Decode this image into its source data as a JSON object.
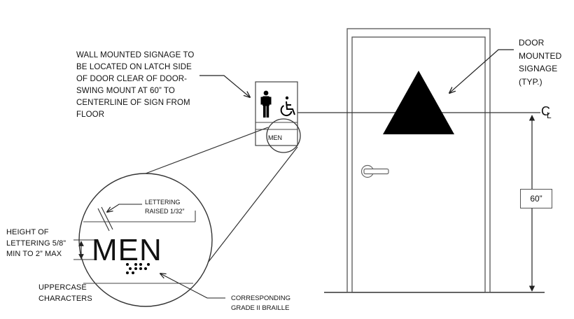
{
  "callouts": {
    "wall_sign_note": [
      "WALL MOUNTED SIGNAGE TO",
      "BE LOCATED ON LATCH SIDE",
      "OF DOOR CLEAR OF DOOR-",
      "SWING MOUNT AT 60” TO",
      "CENTERLINE OF SIGN FROM",
      "FLOOR"
    ],
    "door_sign_note": [
      "DOOR",
      "MOUNTED",
      "SIGNAGE",
      "(TYP.)"
    ],
    "lettering_raised": [
      "LETTERING",
      "RAISED 1/32”"
    ],
    "height_note": [
      "HEIGHT OF",
      "LETTERING 5/8”",
      "MIN TO 2” MAX"
    ],
    "uppercase_note": [
      "UPPERCASE",
      "CHARACTERS"
    ],
    "braille_note": [
      "CORRESPONDING",
      "GRADE II BRAILLE"
    ]
  },
  "sign": {
    "text": "MEN",
    "pictograms": [
      "man-pictogram-icon",
      "wheelchair-accessibility-icon"
    ]
  },
  "dimensions": {
    "mount_height": "60”",
    "centerline_symbol": "C",
    "centerline_subscript": "L"
  },
  "colors": {
    "line": "#333333",
    "fill": "#000000",
    "background": "#ffffff"
  }
}
